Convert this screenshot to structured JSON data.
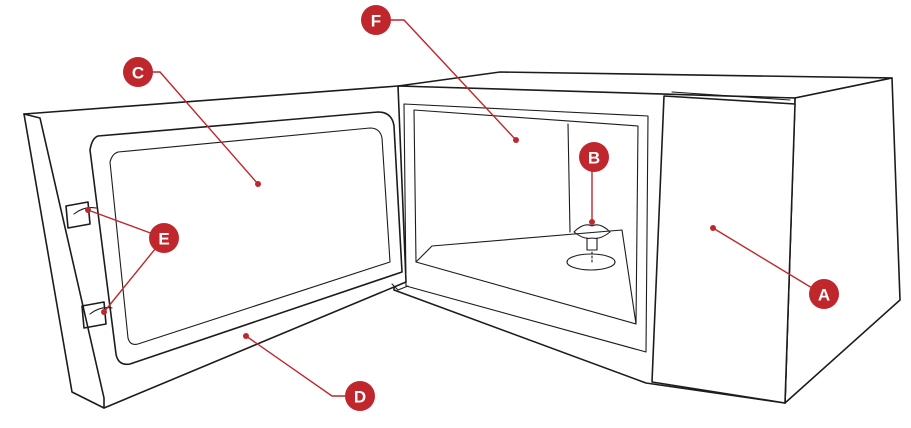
{
  "callouts": {
    "a": {
      "letter": "A"
    },
    "b": {
      "letter": "B"
    },
    "c": {
      "letter": "C"
    },
    "d": {
      "letter": "D"
    },
    "e": {
      "letter": "E"
    },
    "f": {
      "letter": "F"
    }
  },
  "colors": {
    "callout": "#c0272d",
    "outline": "#1c1c1c",
    "background": "#ffffff"
  }
}
